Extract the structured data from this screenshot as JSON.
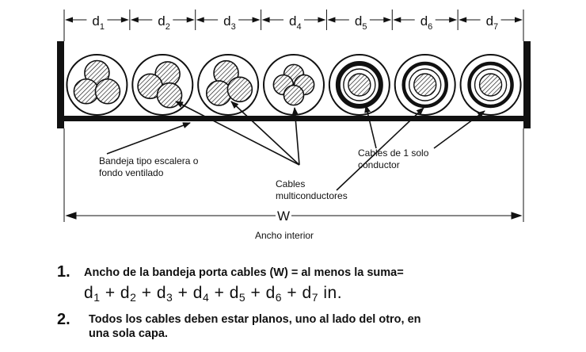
{
  "dimensions": [
    {
      "letter": "d",
      "sub": "1"
    },
    {
      "letter": "d",
      "sub": "2"
    },
    {
      "letter": "d",
      "sub": "3"
    },
    {
      "letter": "d",
      "sub": "4"
    },
    {
      "letter": "d",
      "sub": "5"
    },
    {
      "letter": "d",
      "sub": "6"
    },
    {
      "letter": "d",
      "sub": "7"
    }
  ],
  "width_label": "W",
  "labels": {
    "tray_type": "Bandeja tipo escalera o fondo ventilado",
    "multiconductor": "Cables multiconductores",
    "single_conductor": "Cables de 1 solo conductor",
    "inner_width": "Ancho interior"
  },
  "rules": [
    {
      "number": "1.",
      "text": "Ancho de la bandeja porta cables (W) = al menos la suma="
    },
    {
      "number": "2.",
      "text": "Todos los cables deben estar planos, uno al lado del otro, en una sola capa."
    }
  ],
  "formula": {
    "terms": [
      {
        "letter": "d",
        "sub": "1"
      },
      {
        "letter": "d",
        "sub": "2"
      },
      {
        "letter": "d",
        "sub": "3"
      },
      {
        "letter": "d",
        "sub": "4"
      },
      {
        "letter": "d",
        "sub": "5"
      },
      {
        "letter": "d",
        "sub": "6"
      },
      {
        "letter": "d",
        "sub": "7"
      }
    ],
    "operator": "+",
    "unit": "in."
  }
}
